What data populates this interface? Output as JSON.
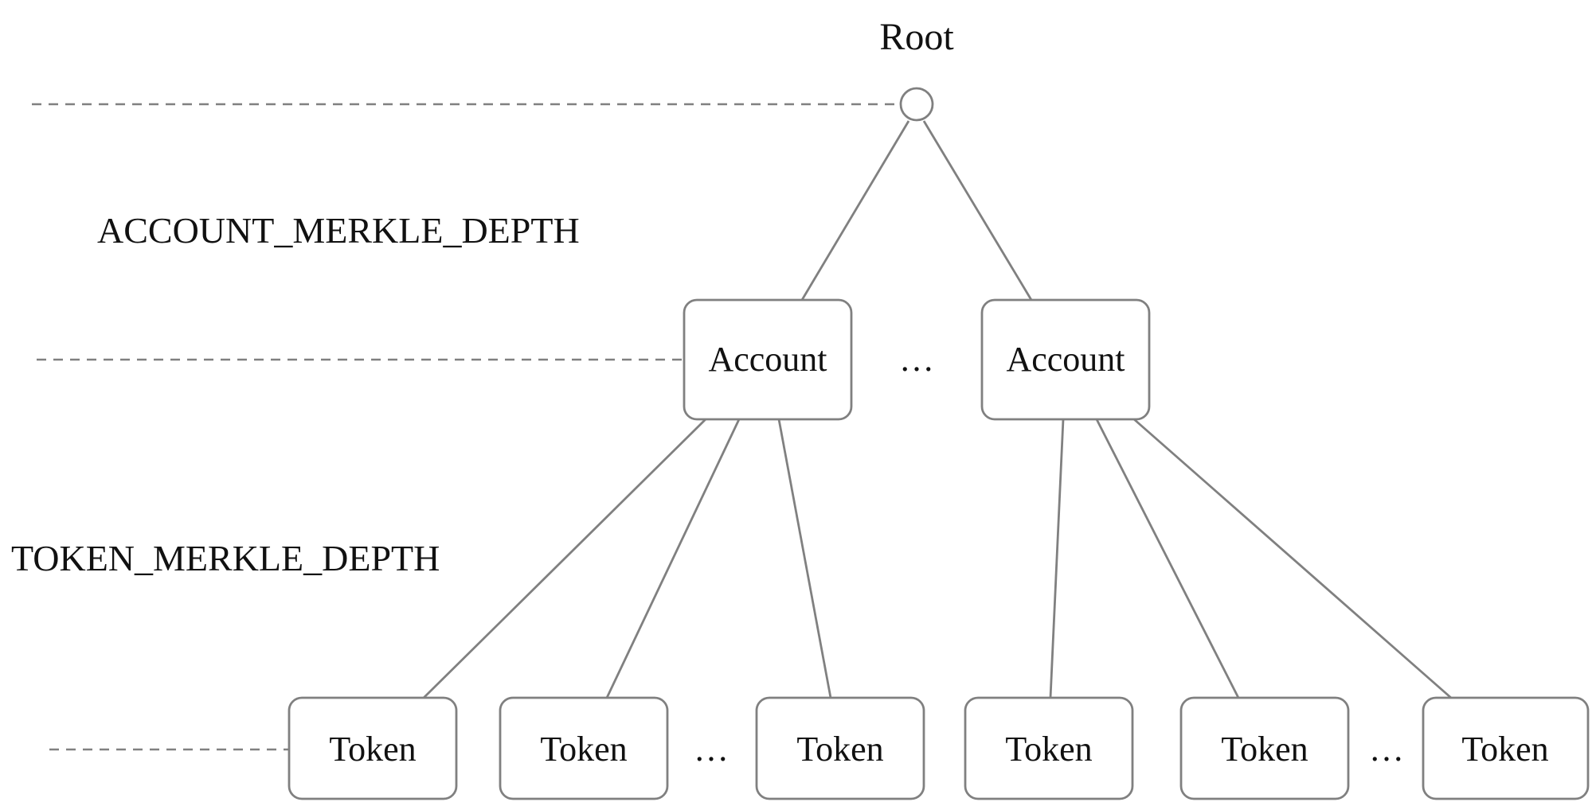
{
  "root": {
    "label": "Root"
  },
  "depth_labels": {
    "account": "ACCOUNT_MERKLE_DEPTH",
    "token": "TOKEN_MERKLE_DEPTH"
  },
  "account_level": {
    "nodes": [
      {
        "label": "Account"
      },
      {
        "label": "Account"
      }
    ],
    "ellipsis": "…"
  },
  "token_level": {
    "nodes": [
      {
        "label": "Token"
      },
      {
        "label": "Token"
      },
      {
        "label": "Token"
      },
      {
        "label": "Token"
      },
      {
        "label": "Token"
      },
      {
        "label": "Token"
      }
    ],
    "ellipses": [
      "…",
      "…"
    ]
  }
}
